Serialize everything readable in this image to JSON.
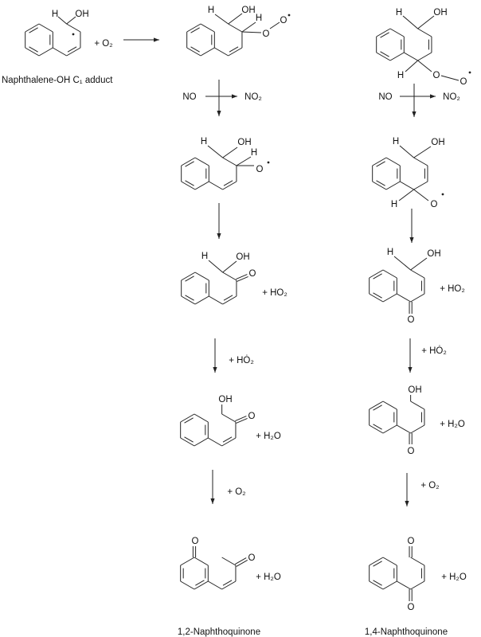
{
  "colors": {
    "ink": "#222222",
    "background": "#ffffff"
  },
  "reactant": {
    "label": "Naphthalene-OH C₁ adduct",
    "plus_o2": "+ O₂",
    "h": "H",
    "oh": "OH"
  },
  "peroxy_12": {
    "h1": "H",
    "oh": "OH",
    "h2": "H",
    "o1": "O",
    "o2": "O"
  },
  "peroxy_14": {
    "h1": "H",
    "oh": "OH",
    "h4": "H",
    "o1": "O",
    "o2": "O"
  },
  "step_no": {
    "left_no": "NO",
    "left_no2": "NO₂",
    "right_no": "NO",
    "right_no2": "NO₂"
  },
  "alkoxy_12": {
    "h1": "H",
    "oh": "OH",
    "h2": "H",
    "o": "O"
  },
  "alkoxy_14": {
    "h1": "H",
    "oh": "OH",
    "h4": "H",
    "o": "O"
  },
  "ketone_12": {
    "h": "H",
    "oh": "OH",
    "o": "O",
    "coproduct": "+ HO₂"
  },
  "ketone_14": {
    "h": "H",
    "oh": "OH",
    "o": "O",
    "coproduct": "+ HO₂"
  },
  "step_ho2": {
    "left": "+ HȮ₂",
    "right": "+ HȮ₂"
  },
  "enol_12": {
    "oh": "OH",
    "o": "O",
    "coproduct": "+ H₂O"
  },
  "enol_14": {
    "oh": "OH",
    "o": "O",
    "coproduct": "+ H₂O"
  },
  "step_o2": {
    "left": "+ O₂",
    "right": "+ O₂"
  },
  "product_12": {
    "o1": "O",
    "o2": "O",
    "coproduct": "+ H₂O",
    "name": "1,2-Naphthoquinone"
  },
  "product_14": {
    "o1": "O",
    "o4": "O",
    "coproduct": "+ H₂O",
    "name": "1,4-Naphthoquinone"
  }
}
